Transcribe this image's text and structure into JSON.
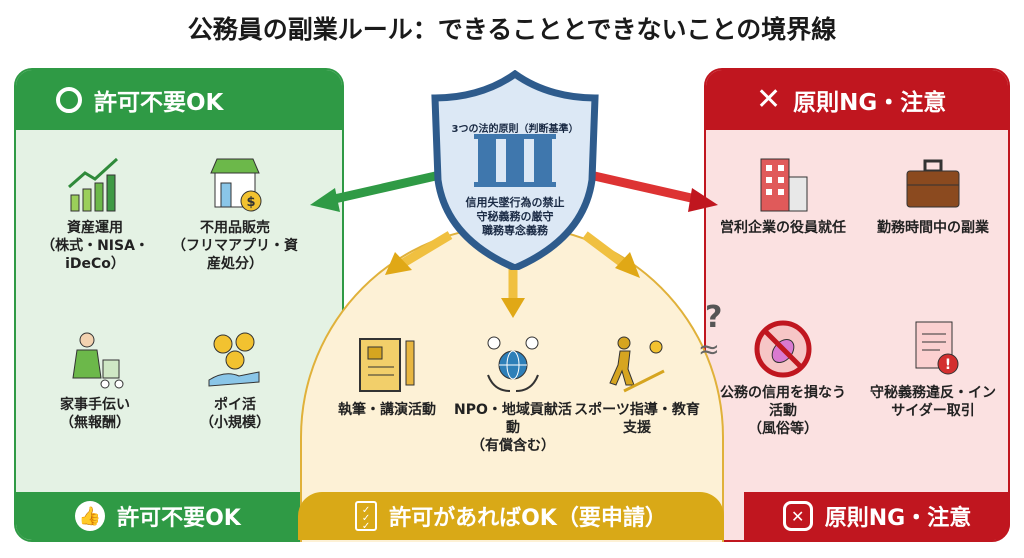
{
  "title": "公務員の副業ルール：できることとできないことの境界線",
  "shield": {
    "heading": "3つの法的原則（判断基準）",
    "principles": [
      "信用失墜行為の禁止",
      "守秘義務の厳守",
      "職務専念義務"
    ]
  },
  "left": {
    "header": "許可不要OK",
    "footer": "許可不要OK",
    "color": "#2f9a45",
    "items": [
      {
        "label": "資産運用",
        "sub": "（株式・NISA・iDeCo）"
      },
      {
        "label": "不用品販売",
        "sub": "（フリマアプリ・資産処分）"
      },
      {
        "label": "家事手伝い",
        "sub": "（無報酬）"
      },
      {
        "label": "ポイ活",
        "sub": "（小規模）"
      }
    ]
  },
  "center": {
    "footer": "許可があればOK（要申請）",
    "color": "#d9a917",
    "items": [
      {
        "label": "執筆・講演活動",
        "sub": ""
      },
      {
        "label": "NPO・地域貢献活動",
        "sub": "（有償含む）"
      },
      {
        "label": "スポーツ指導・教育支援",
        "sub": ""
      }
    ]
  },
  "right": {
    "header": "原則NG・注意",
    "footer": "原則NG・注意",
    "color": "#c0161f",
    "items": [
      {
        "label": "営利企業の役員就任",
        "sub": ""
      },
      {
        "label": "勤務時間中の副業",
        "sub": ""
      },
      {
        "label": "公務の信用を損なう活動",
        "sub": "（風俗等）"
      },
      {
        "label": "守秘義務違反・インサイダー取引",
        "sub": ""
      }
    ]
  },
  "question_mark": "?"
}
